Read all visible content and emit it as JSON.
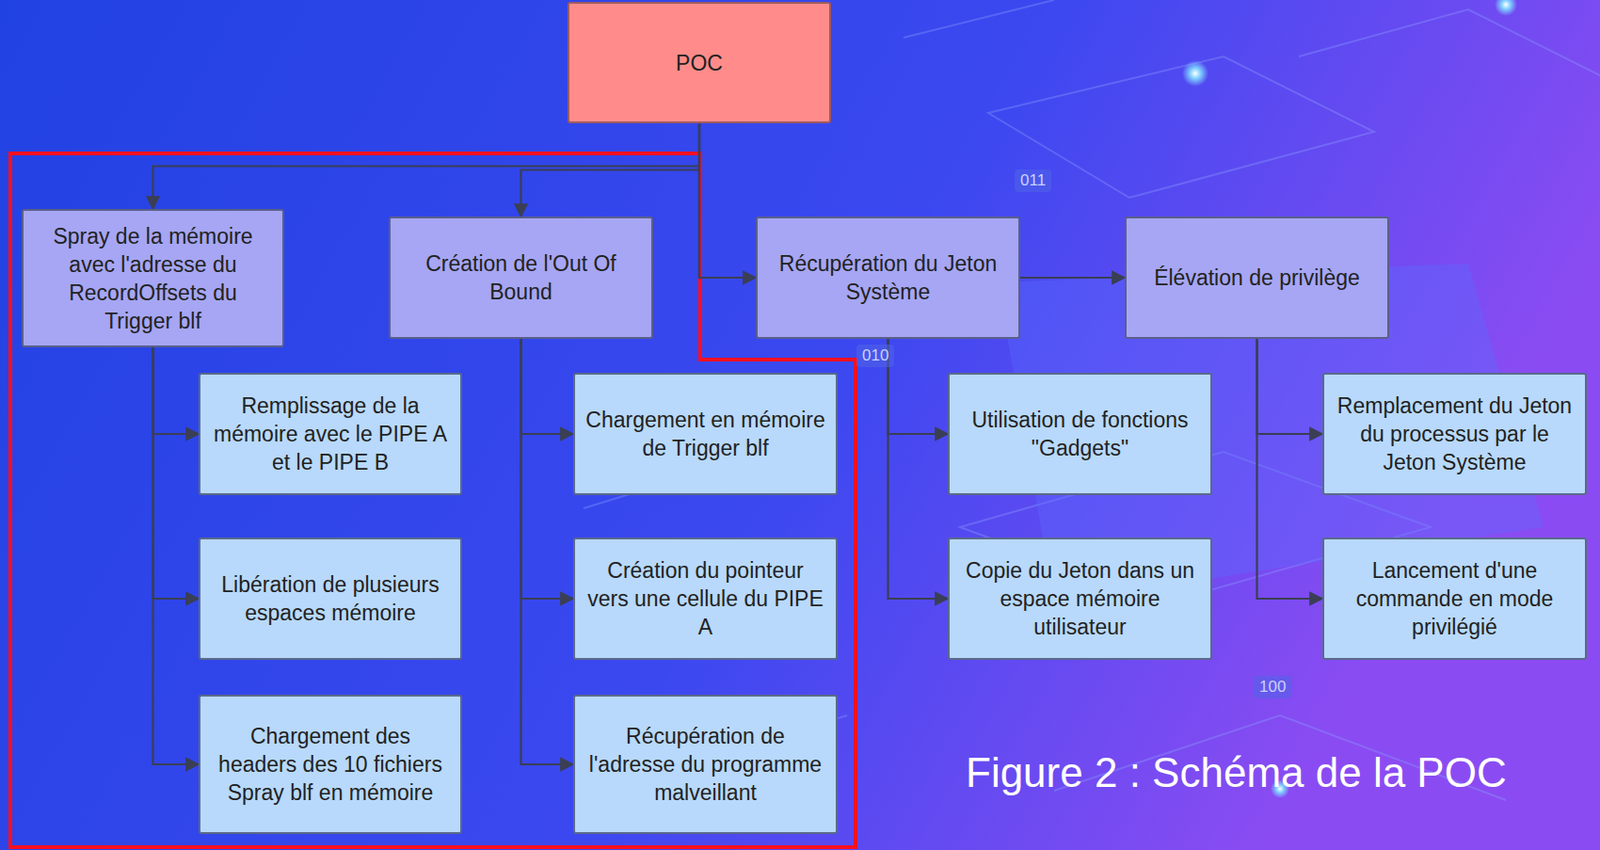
{
  "diagram": {
    "caption": "Figure 2 : Schéma de la POC",
    "nodes": [
      {
        "text": [
          "POC"
        ]
      },
      {
        "text": [
          "Spray de la mémoire avec l'adresse du RecordOffsets du Trigger blf"
        ]
      },
      {
        "text": [
          "Création de l'Out Of Bound"
        ]
      },
      {
        "text": [
          "Récupération du Jeton Système"
        ]
      },
      {
        "text": [
          "Élévation de privilège"
        ]
      },
      {
        "text": [
          "Remplissage de la mémoire avec le PIPE A et le PIPE B"
        ]
      },
      {
        "text": [
          "Libération de plusieurs espaces mémoire"
        ]
      },
      {
        "text": [
          "Chargement des headers des 10 fichiers Spray blf en mémoire"
        ]
      },
      {
        "text": [
          "Chargement en mémoire de Trigger blf"
        ]
      },
      {
        "text": [
          "Création du pointeur vers une cellule du PIPE A"
        ]
      },
      {
        "text": [
          "Récupération de l'adresse du programme malveillant"
        ]
      },
      {
        "text": [
          "Utilisation de fonctions \"Gadgets\""
        ]
      },
      {
        "text": [
          "Copie du Jeton dans un espace mémoire utilisateur"
        ]
      },
      {
        "text": [
          "Remplacement du Jeton du processus par le Jeton Système"
        ]
      },
      {
        "text": [
          "Lancement d'une commande en mode privilégié"
        ]
      }
    ],
    "edges": [
      {
        "from": 0,
        "to": 1,
        "arrow": "to"
      },
      {
        "from": 0,
        "to": 2,
        "arrow": "to"
      },
      {
        "from": 0,
        "to": 3,
        "arrow": "to"
      },
      {
        "from": 0,
        "to": 4,
        "arrow": "to"
      },
      {
        "from": 1,
        "to": 5,
        "arrow": "to"
      },
      {
        "from": 1,
        "to": 6,
        "arrow": "to"
      },
      {
        "from": 1,
        "to": 7,
        "arrow": "to"
      },
      {
        "from": 2,
        "to": 8,
        "arrow": "to"
      },
      {
        "from": 2,
        "to": 9,
        "arrow": "to"
      },
      {
        "from": 2,
        "to": 10,
        "arrow": "to"
      },
      {
        "from": 3,
        "to": 11,
        "arrow": "to"
      },
      {
        "from": 3,
        "to": 12,
        "arrow": "to"
      },
      {
        "from": 4,
        "to": 13,
        "arrow": "to"
      },
      {
        "from": 4,
        "to": 14,
        "arrow": "to"
      }
    ],
    "labels": [
      "011",
      "010",
      "100"
    ]
  }
}
